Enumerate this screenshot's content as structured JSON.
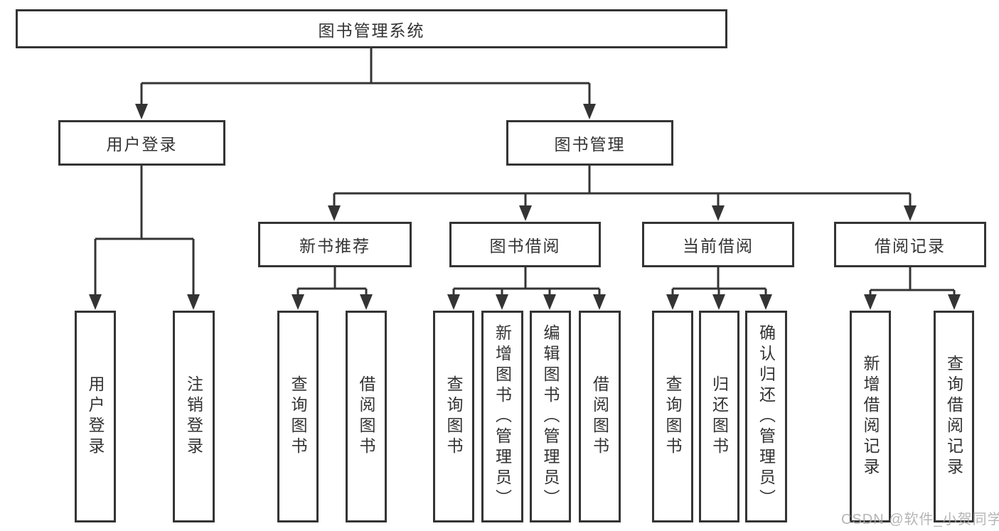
{
  "tree": {
    "root": {
      "label": "图书管理系统"
    },
    "children": [
      {
        "label": "用户登录",
        "children": [
          {
            "label": "用户登录"
          },
          {
            "label": "注销登录"
          }
        ]
      },
      {
        "label": "图书管理",
        "children": [
          {
            "label": "新书推荐",
            "children": [
              {
                "label": "查询图书"
              },
              {
                "label": "借阅图书"
              }
            ]
          },
          {
            "label": "图书借阅",
            "children": [
              {
                "label": "查询图书"
              },
              {
                "label": "新增图书（管理员）"
              },
              {
                "label": "编辑图书（管理员）"
              },
              {
                "label": "借阅图书"
              }
            ]
          },
          {
            "label": "当前借阅",
            "children": [
              {
                "label": "查询图书"
              },
              {
                "label": "归还图书"
              },
              {
                "label": "确认归还（管理员）"
              }
            ]
          },
          {
            "label": "借阅记录",
            "children": [
              {
                "label": "新增借阅记录"
              },
              {
                "label": "查询借阅记录"
              }
            ]
          }
        ]
      }
    ]
  },
  "watermark": {
    "text": "CSDN @软件_小贺同学"
  },
  "colors": {
    "line": "#343434",
    "text": "#333333",
    "background": "#ffffff",
    "watermark": "#a9a9a9"
  }
}
